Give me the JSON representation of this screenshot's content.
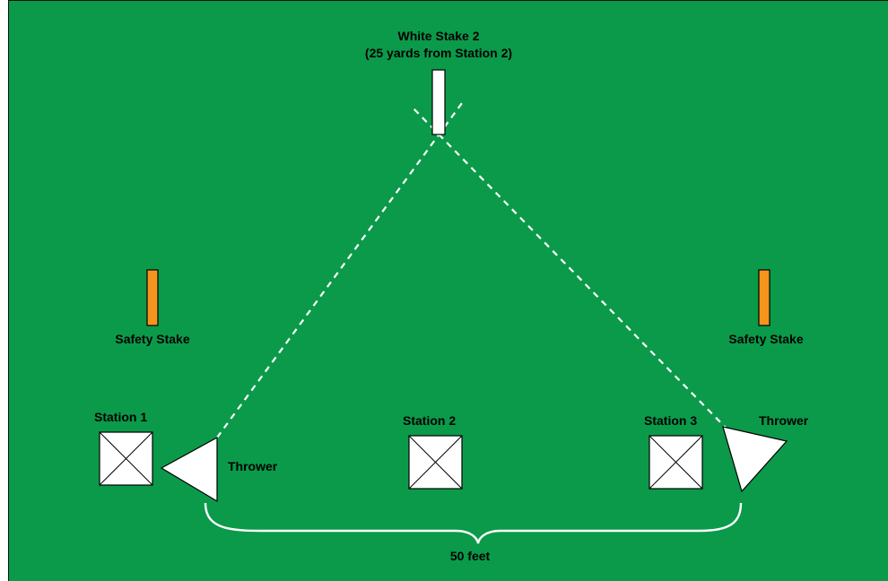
{
  "diagram": {
    "white_stake": {
      "title": "White Stake 2",
      "subtitle": "(25 yards from Station 2)"
    },
    "safety_stakes": [
      {
        "label": "Safety Stake"
      },
      {
        "label": "Safety Stake"
      }
    ],
    "stations": [
      {
        "label": "Station 1"
      },
      {
        "label": "Station 2"
      },
      {
        "label": "Station 3"
      }
    ],
    "throwers": [
      {
        "label": "Thrower"
      },
      {
        "label": "Thrower"
      }
    ],
    "distance_label": "50 feet",
    "colors": {
      "field": "#0b9a4a",
      "safety_stake": "#f7941d",
      "white_stake": "#ffffff",
      "station_fill": "#ffffff",
      "dashed_line": "#ffffff",
      "text": "#000000"
    }
  }
}
